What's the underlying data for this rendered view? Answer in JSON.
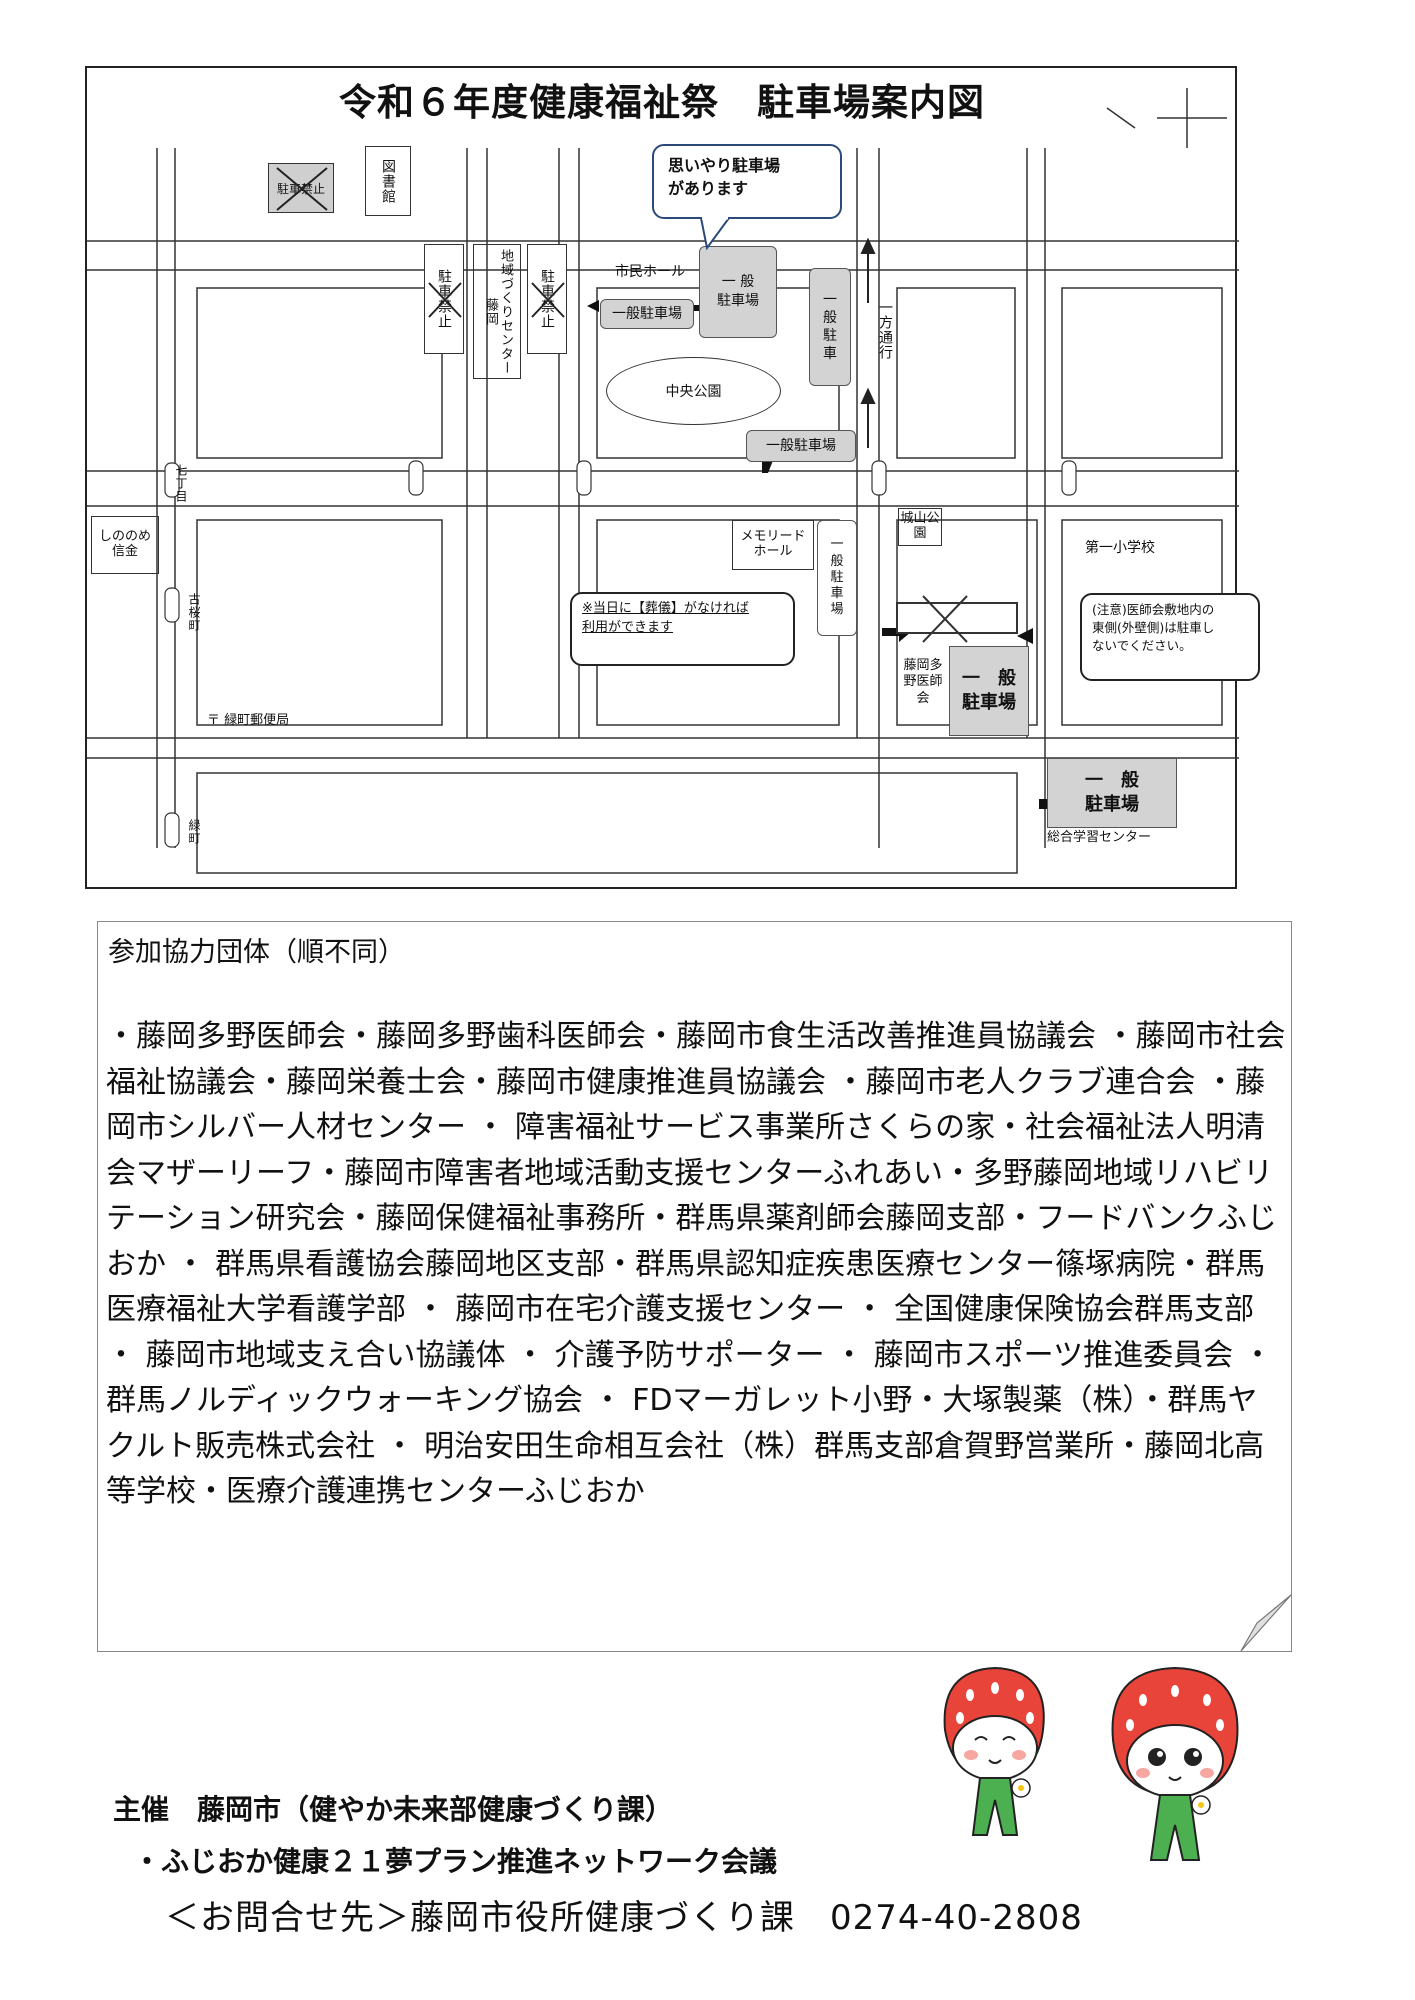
{
  "map": {
    "title": "令和６年度健康福祉祭　駐車場案内図",
    "labels": {
      "library": "図書館",
      "community_center": "地域づくりセンター藤岡",
      "civic_hall": "市民ホール",
      "central_park": "中央公園",
      "memorial_hall": "メモリードホール",
      "shiroyama_park": "城山公園",
      "first_elementary": "第一小学校",
      "medical_assoc": "藤岡多野医師会",
      "shinonome_bank": "しののめ信金",
      "midori_post": "〒 緑町郵便局",
      "lifelong_center": "総合学習センター",
      "oneway": "一方通行",
      "shichikoku": "七丁目",
      "kosakura": "古桜町",
      "midoricho": "緑町"
    },
    "lots": {
      "general_a": "一 般\n駐車場",
      "general_b": "一般駐車場",
      "general_c": "一\n般\n駐\n車",
      "general_d": "一般駐車場",
      "general_e": "一\n般\n駐\n車\n場",
      "general_f": "一　般\n駐車場",
      "general_g": "一　般\n駐車場"
    },
    "no_parking": {
      "top_left": "駐車禁止",
      "left": "駐車禁止",
      "right": "駐車禁止"
    },
    "bubbles": {
      "consideration": "思いやり駐車場\nがあります",
      "funeral": "※当日に【葬儀】がなければ\n利用ができます",
      "note": "(注意)医師会敷地内の\n東側(外壁側)は駐車し\nないでください。"
    }
  },
  "participants": {
    "heading": "参加協力団体（順不同）",
    "body": "・藤岡多野医師会・藤岡多野歯科医師会・藤岡市食生活改善推進員協議会 ・藤岡市社会福祉協議会・藤岡栄養士会・藤岡市健康推進員協議会 ・藤岡市老人クラブ連合会 ・藤岡市シルバー人材センター ・ 障害福祉サービス事業所さくらの家・社会福祉法人明清会マザーリーフ・藤岡市障害者地域活動支援センターふれあい・多野藤岡地域リハビリテーション研究会・藤岡保健福祉事務所・群馬県薬剤師会藤岡支部・フードバンクふじおか ・ 群馬県看護協会藤岡地区支部・群馬県認知症疾患医療センター篠塚病院・群馬医療福祉大学看護学部 ・ 藤岡市在宅介護支援センター ・ 全国健康保険協会群馬支部 ・ 藤岡市地域支え合い協議体 ・ 介護予防サポーター ・ 藤岡市スポーツ推進委員会 ・ 群馬ノルディックウォーキング協会 ・ FDマーガレット小野・大塚製薬（株）・群馬ヤクルト販売株式会社 ・ 明治安田生命相互会社（株）群馬支部倉賀野営業所・藤岡北高等学校・医療介護連携センターふじおか"
  },
  "footer": {
    "organizer": "主催　藤岡市（健やか未来部健康づくり課）",
    "network": "・ふじおか健康２１夢プラン推進ネットワーク会議",
    "contact": "＜お問合せ先＞藤岡市役所健康づくり課　0274-40-2808"
  },
  "colors": {
    "lot_fill": "#d3d3d3",
    "strawberry": "#e8443a",
    "leaf": "#4caf50"
  }
}
